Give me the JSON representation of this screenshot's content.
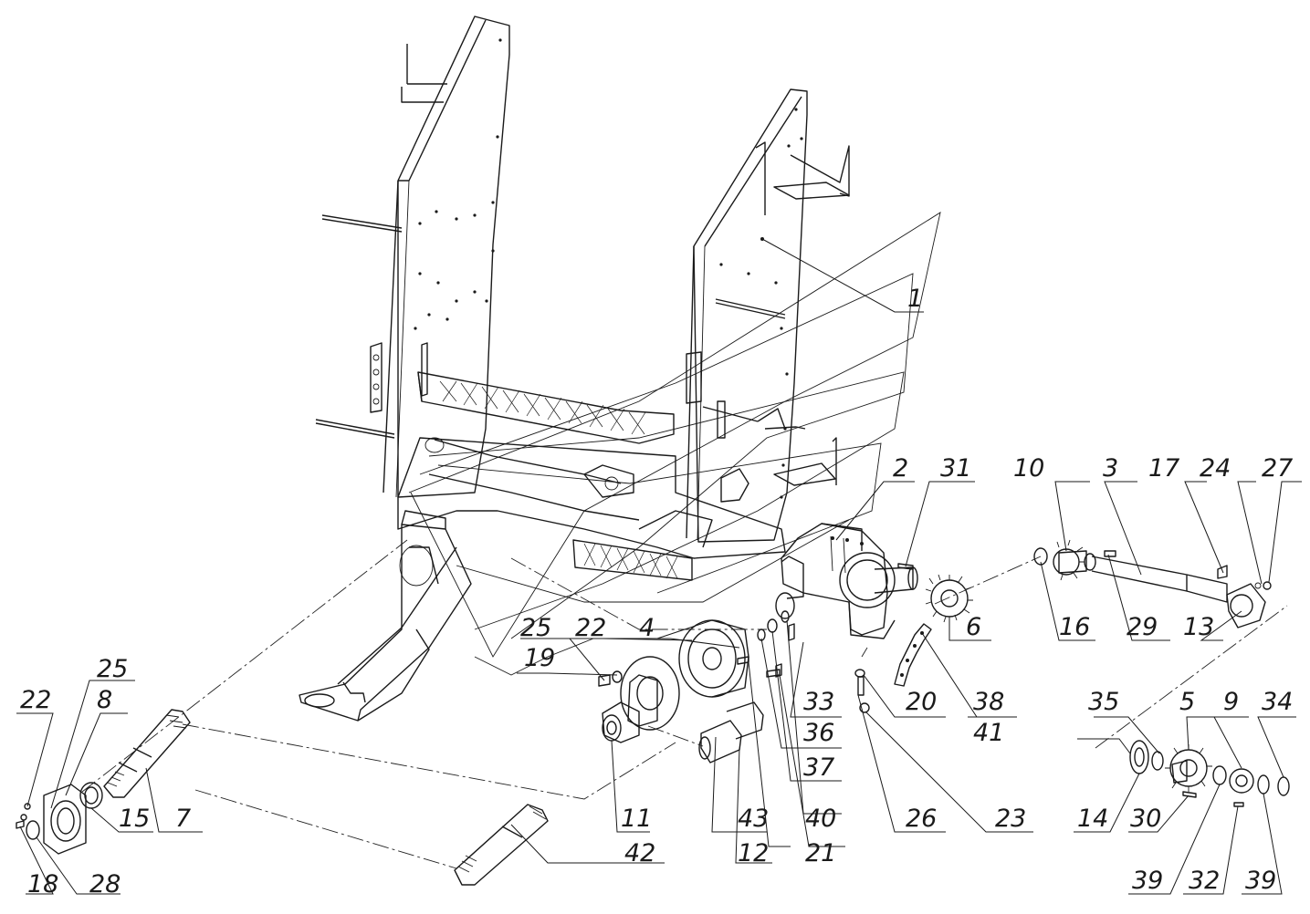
{
  "drawing": {
    "callouts": [
      {
        "id": "c1",
        "text": "1"
      },
      {
        "id": "c2",
        "text": "2"
      },
      {
        "id": "c3",
        "text": "3"
      },
      {
        "id": "c4",
        "text": "4"
      },
      {
        "id": "c5",
        "text": "5"
      },
      {
        "id": "c6",
        "text": "6"
      },
      {
        "id": "c7",
        "text": "7"
      },
      {
        "id": "c8",
        "text": "8"
      },
      {
        "id": "c9",
        "text": "9"
      },
      {
        "id": "c10",
        "text": "10"
      },
      {
        "id": "c11",
        "text": "11"
      },
      {
        "id": "c12",
        "text": "12"
      },
      {
        "id": "c13",
        "text": "13"
      },
      {
        "id": "c14",
        "text": "14"
      },
      {
        "id": "c15",
        "text": "15"
      },
      {
        "id": "c16",
        "text": "16"
      },
      {
        "id": "c17",
        "text": "17"
      },
      {
        "id": "c18",
        "text": "18"
      },
      {
        "id": "c19",
        "text": "19"
      },
      {
        "id": "c20",
        "text": "20"
      },
      {
        "id": "c21",
        "text": "21"
      },
      {
        "id": "c22a",
        "text": "22"
      },
      {
        "id": "c22b",
        "text": "22"
      },
      {
        "id": "c23",
        "text": "23"
      },
      {
        "id": "c24",
        "text": "24"
      },
      {
        "id": "c25a",
        "text": "25"
      },
      {
        "id": "c25b",
        "text": "25"
      },
      {
        "id": "c26",
        "text": "26"
      },
      {
        "id": "c27",
        "text": "27"
      },
      {
        "id": "c28",
        "text": "28"
      },
      {
        "id": "c29",
        "text": "29"
      },
      {
        "id": "c30",
        "text": "30"
      },
      {
        "id": "c31",
        "text": "31"
      },
      {
        "id": "c32",
        "text": "32"
      },
      {
        "id": "c33",
        "text": "33"
      },
      {
        "id": "c34",
        "text": "34"
      },
      {
        "id": "c35",
        "text": "35"
      },
      {
        "id": "c36",
        "text": "36"
      },
      {
        "id": "c37",
        "text": "37"
      },
      {
        "id": "c38",
        "text": "38"
      },
      {
        "id": "c39a",
        "text": "39"
      },
      {
        "id": "c39b",
        "text": "39"
      },
      {
        "id": "c40",
        "text": "40"
      },
      {
        "id": "c41",
        "text": "41"
      },
      {
        "id": "c42",
        "text": "42"
      },
      {
        "id": "c43",
        "text": "43"
      }
    ]
  }
}
